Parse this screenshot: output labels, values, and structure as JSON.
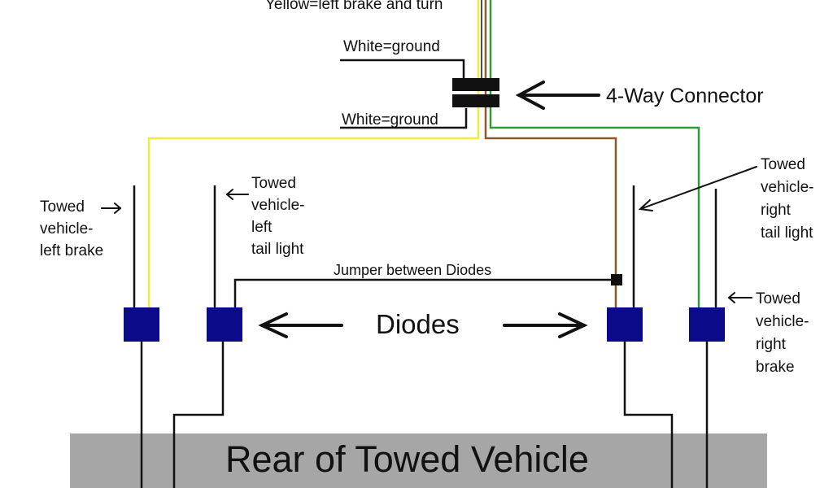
{
  "labels": {
    "yellow_wire": "Yellow=left brake and turn",
    "white_ground_top": "White=ground",
    "white_ground_bottom": "White=ground",
    "connector": "4-Way Connector",
    "left_brake": [
      "Towed",
      "vehicle-",
      "left brake"
    ],
    "left_tail": [
      "Towed",
      "vehicle-",
      "left",
      "tail light"
    ],
    "right_tail": [
      "Towed",
      "vehicle-",
      "right",
      "tail light"
    ],
    "right_brake": [
      "Towed",
      "vehicle-",
      "right",
      "brake"
    ],
    "jumper": "Jumper between Diodes",
    "diodes": "Diodes",
    "rear": "Rear of Towed Vehicle"
  },
  "colors": {
    "yellow_wire": "#f2ea3c",
    "brown_wire": "#8b5a2b",
    "green_wire": "#2e9a3a",
    "black_wire": "#111111",
    "diode": "#0b0b8a",
    "rear_bar": "#a6a6a6"
  }
}
